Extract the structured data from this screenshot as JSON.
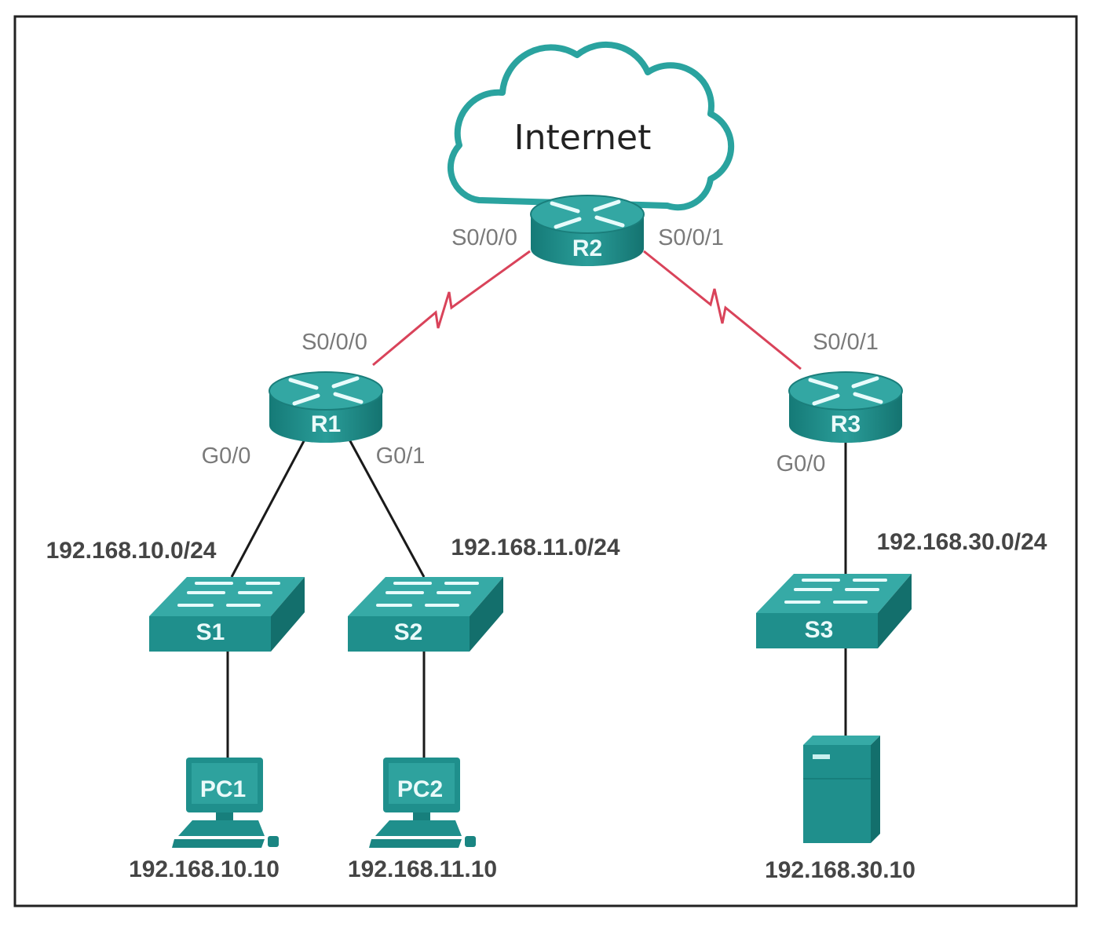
{
  "cloud": {
    "label": "Internet"
  },
  "devices": {
    "R1": "R1",
    "R2": "R2",
    "R3": "R3",
    "S1": "S1",
    "S2": "S2",
    "S3": "S3",
    "PC1": "PC1",
    "PC2": "PC2"
  },
  "interfaces": {
    "r2_s000": "S0/0/0",
    "r2_s001": "S0/0/1",
    "r1_s000": "S0/0/0",
    "r3_s001": "S0/0/1",
    "r1_g00": "G0/0",
    "r1_g01": "G0/1",
    "r3_g00": "G0/0"
  },
  "networks": {
    "lan10": "192.168.10.0/24",
    "lan11": "192.168.11.0/24",
    "lan30": "192.168.30.0/24"
  },
  "hosts": {
    "pc1_ip": "192.168.10.10",
    "pc2_ip": "192.168.11.10",
    "server_ip": "192.168.30.10"
  },
  "colors": {
    "device": "#1f8f8c",
    "serial_link": "#d9435a",
    "ethernet_link": "#1a1a1a",
    "cloud_outline": "#2aa39f"
  }
}
